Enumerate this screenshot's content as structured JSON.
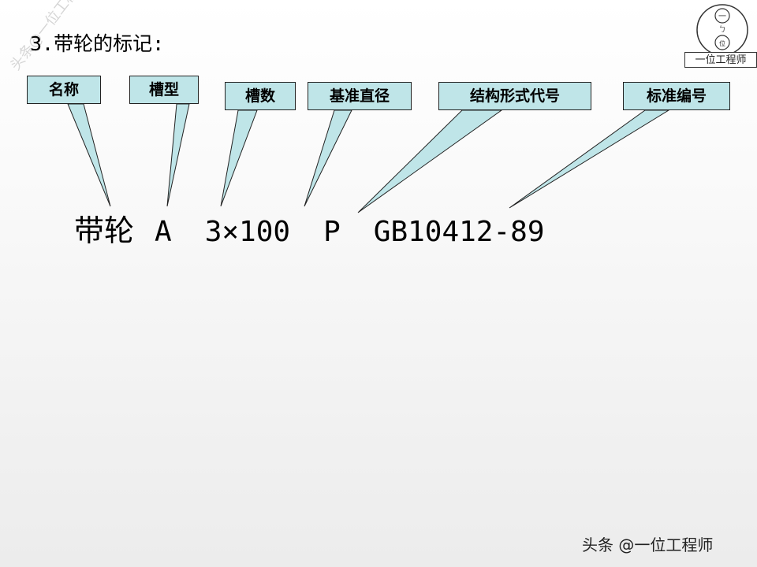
{
  "title": "3.带轮的标记:",
  "watermark": "头条@一位工程师",
  "logo": {
    "glyph_top": "一",
    "glyph_mid": "ㄅ",
    "glyph_bottom": "位",
    "caption": "一位工程师"
  },
  "callouts": [
    {
      "id": "name",
      "label": "名称"
    },
    {
      "id": "groove-type",
      "label": "槽型"
    },
    {
      "id": "groove-count",
      "label": "槽数"
    },
    {
      "id": "datum-diameter",
      "label": "基准直径"
    },
    {
      "id": "structure-code",
      "label": "结构形式代号"
    },
    {
      "id": "standard-number",
      "label": "标准编号"
    }
  ],
  "marking": {
    "name": "带轮",
    "groove_type": "A",
    "count_diameter": "3×100",
    "structure": "P",
    "standard": "GB10412-89"
  },
  "colors": {
    "callout_fill": "#bfe5e8",
    "callout_border": "#222222"
  },
  "footer_credit": "头条 @一位工程师"
}
